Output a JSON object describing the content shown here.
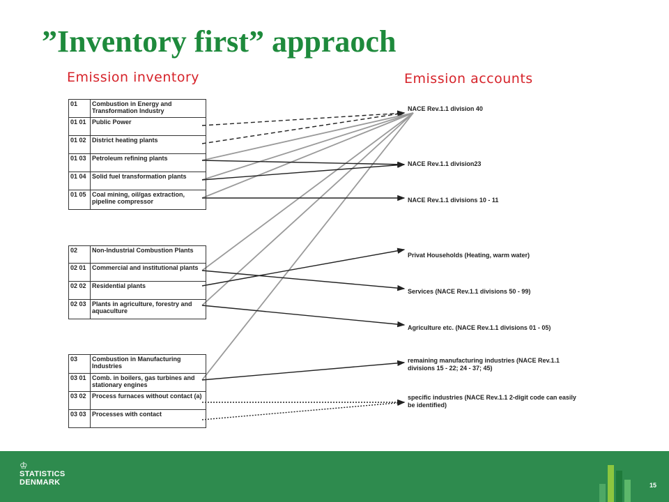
{
  "slide": {
    "title": "”Inventory first” appraoch",
    "left_heading": "Emission inventory",
    "right_heading": "Emission accounts",
    "page_number": "15"
  },
  "tables": [
    {
      "code": "01",
      "heading": "Combustion in Energy and Transformation Industry",
      "rows": [
        {
          "code": "01 01",
          "label": "Public Power"
        },
        {
          "code": "01 02",
          "label": "District heating plants"
        },
        {
          "code": "01 03",
          "label": "Petroleum refining plants"
        },
        {
          "code": "01 04",
          "label": "Solid fuel transformation plants"
        },
        {
          "code": "01 05",
          "label": "Coal mining, oil/gas extraction, pipeline compressor"
        }
      ]
    },
    {
      "code": "02",
      "heading": "Non-Industrial Combustion Plants",
      "rows": [
        {
          "code": "02 01",
          "label": "Commercial and institutional plants"
        },
        {
          "code": "02 02",
          "label": "Residential plants"
        },
        {
          "code": "02 03",
          "label": "Plants in agriculture, forestry and aquaculture"
        }
      ]
    },
    {
      "code": "03",
      "heading": "Combustion in Manufacturing Industries",
      "rows": [
        {
          "code": "03 01",
          "label": "Comb. in boilers, gas turbines and stationary engines"
        },
        {
          "code": "03 02",
          "label": "Process furnaces without contact (a)"
        },
        {
          "code": "03 03",
          "label": "Processes with contact"
        }
      ]
    }
  ],
  "accounts": [
    "NACE Rev.1.1 division 40",
    "NACE Rev.1.1 division23",
    "NACE Rev.1.1 divisions 10 - 11",
    "Privat Households (Heating, warm water)",
    "Services (NACE Rev.1.1 divisions 50 - 99)",
    "Agriculture etc. (NACE Rev.1.1 divisions 01 - 05)",
    "remaining manufacturing industries (NACE Rev.1.1 divisions 15 - 22; 24 - 37; 45)",
    "specific industries (NACE Rev.1.1 2-digit code can easily be identified)"
  ],
  "links": [
    {
      "from": "01 01",
      "to": 0,
      "style": "dashed",
      "color": "#222222"
    },
    {
      "from": "01 02",
      "to": 0,
      "style": "dashed",
      "color": "#222222"
    },
    {
      "from": "01 03",
      "to": 0,
      "style": "solid",
      "color": "#9a9a9a"
    },
    {
      "from": "01 04",
      "to": 0,
      "style": "solid",
      "color": "#9a9a9a"
    },
    {
      "from": "01 05",
      "to": 0,
      "style": "solid",
      "color": "#9a9a9a"
    },
    {
      "from": "02 01",
      "to": 0,
      "style": "solid",
      "color": "#9a9a9a"
    },
    {
      "from": "02 03",
      "to": 0,
      "style": "solid",
      "color": "#9a9a9a"
    },
    {
      "from": "03 01",
      "to": 0,
      "style": "solid",
      "color": "#9a9a9a"
    },
    {
      "from": "01 03",
      "to": 1,
      "style": "solid",
      "color": "#222222"
    },
    {
      "from": "01 04",
      "to": 1,
      "style": "solid",
      "color": "#222222"
    },
    {
      "from": "01 05",
      "to": 2,
      "style": "solid",
      "color": "#222222"
    },
    {
      "from": "02 02",
      "to": 3,
      "style": "solid",
      "color": "#222222"
    },
    {
      "from": "02 01",
      "to": 4,
      "style": "solid",
      "color": "#222222"
    },
    {
      "from": "02 03",
      "to": 5,
      "style": "solid",
      "color": "#222222"
    },
    {
      "from": "03 01",
      "to": 6,
      "style": "solid",
      "color": "#222222"
    },
    {
      "from": "03 02",
      "to": 7,
      "style": "dotted",
      "color": "#222222"
    },
    {
      "from": "03 03",
      "to": 7,
      "style": "dotted",
      "color": "#222222"
    }
  ],
  "footer": {
    "logo_line1": "STATISTICS",
    "logo_line2": "DENMARK",
    "background": "#2e8b4e"
  },
  "colors": {
    "title": "#1e8a3c",
    "headings": "#d6232a"
  }
}
